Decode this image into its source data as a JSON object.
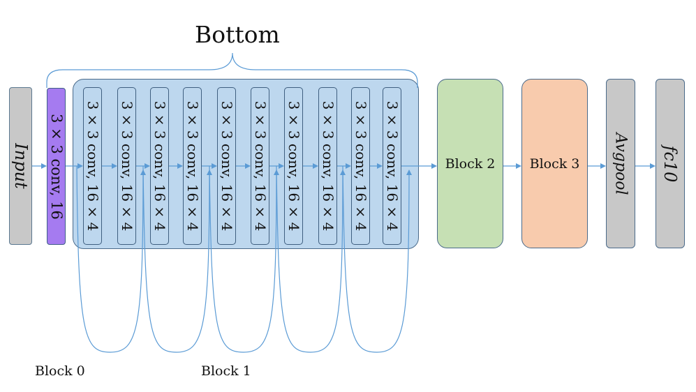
{
  "title": "Bottom",
  "input_label": "Input",
  "first_conv_label": "3 × 3 conv, 16",
  "conv_layers": [
    "3 × 3 conv, 16 × 4",
    "3 × 3 conv, 16 × 4",
    "3 × 3 conv, 16 × 4",
    "3 × 3 conv, 16 × 4",
    "3 × 3 conv, 16 × 4",
    "3 × 3 conv, 16 × 4",
    "3 × 3 conv, 16 × 4",
    "3 × 3 conv, 16 × 4",
    "3 × 3 conv, 16 × 4",
    "3 × 3 conv, 16 × 4"
  ],
  "block2_label": "Block 2",
  "block3_label": "Block 3",
  "avgpool_label": "Avgpool",
  "fc_label": "fc10",
  "block0_caption": "Block 0",
  "block1_caption": "Block 1",
  "colors": {
    "input": "#c8c8c8",
    "first_conv": "#a57bf0",
    "block1": "#bdd7ee",
    "block2": "#c6e0b4",
    "block3": "#f8cbad",
    "arrow": "#5b9bd5"
  }
}
